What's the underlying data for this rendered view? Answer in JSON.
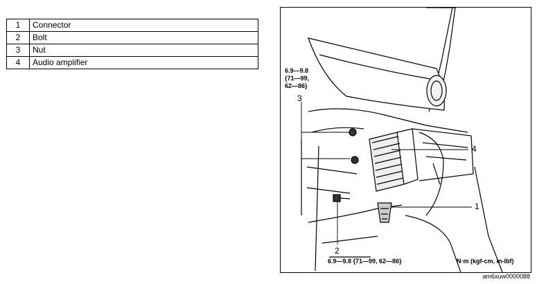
{
  "legend": [
    {
      "num": "1",
      "label": "Connector"
    },
    {
      "num": "2",
      "label": "Bolt"
    },
    {
      "num": "3",
      "label": "Nut"
    },
    {
      "num": "4",
      "label": "Audio amplifier"
    }
  ],
  "figure": {
    "torque_nut": [
      "6.9—9.8",
      "{71—99,",
      "62—86}"
    ],
    "torque_bolt": "6.9—9.8 {71—99, 62—86}",
    "unit_note": "N·m (kgf-cm, in-lbf)",
    "callouts": {
      "c1": "1",
      "c2": "2",
      "c3": "3",
      "c4": "4"
    },
    "code": "am6xuw0000088"
  }
}
